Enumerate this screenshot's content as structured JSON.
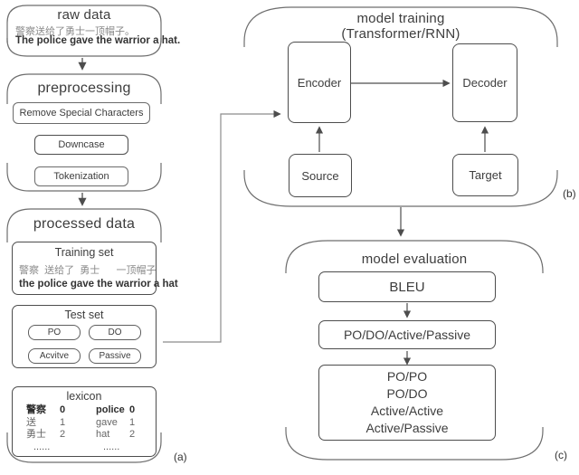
{
  "labels": {
    "a": "(a)",
    "b": "(b)",
    "c": "(c)"
  },
  "section_a": {
    "raw_data": {
      "title": "raw data",
      "line_zh": "警察送给了勇士一顶帽子。",
      "line_en": "The police gave the warrior a hat."
    },
    "preprocessing": {
      "title": "preprocessing",
      "steps": [
        "Remove Special Characters",
        "Downcase",
        "Tokenization"
      ]
    },
    "processed_data": {
      "title": "processed data",
      "training_set": {
        "title": "Training set",
        "line_zh": "警察  送给了  勇士      一顶帽子",
        "line_en": "the police gave the warrior a hat"
      },
      "test_set": {
        "title": "Test set",
        "buttons": [
          "PO",
          "DO",
          "Acvitve",
          "Passive"
        ]
      },
      "lexicon": {
        "title": "lexicon",
        "left": [
          [
            "警察",
            "0"
          ],
          [
            "送",
            "1"
          ],
          [
            "勇士",
            "2"
          ],
          [
            "......",
            ""
          ]
        ],
        "right": [
          [
            "police",
            "0"
          ],
          [
            "gave",
            "1"
          ],
          [
            "hat",
            "2"
          ],
          [
            "......",
            ""
          ]
        ]
      }
    }
  },
  "section_b": {
    "title_line1": "model training",
    "title_line2": "(Transformer/RNN)",
    "encoder": "Encoder",
    "decoder": "Decoder",
    "source": "Source",
    "target": "Target"
  },
  "section_c": {
    "title": "model evaluation",
    "bleu": "BLEU",
    "criteria": "PO/DO/Active/Passive",
    "results": [
      "PO/PO",
      "PO/DO",
      "Active/Active",
      "Active/Passive"
    ]
  }
}
